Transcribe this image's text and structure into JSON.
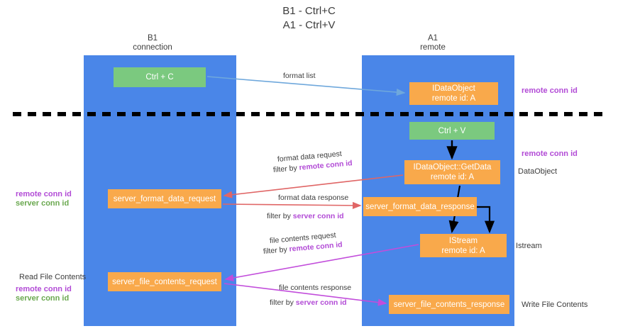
{
  "title": {
    "line1": "B1 - Ctrl+C",
    "line2": "A1 - Ctrl+V"
  },
  "columns": [
    {
      "name": "B1",
      "role": "connection"
    },
    {
      "name": "A1",
      "role": "remote"
    }
  ],
  "colors": {
    "lane": "#4a86e8",
    "node_orange": "#f9a94b",
    "node_green": "#7bc97f",
    "remote_conn_id": "#b24bd6",
    "server_conn_id": "#6aa84f",
    "arrow_format_list": "#6fa8dc",
    "arrow_format_data": "#e06666",
    "arrow_file_contents": "#c razor",
    "arrow_file": "#c24ddb",
    "arrow_black": "#000000",
    "divider": "#000000",
    "text": "#3c3c3c"
  },
  "nodes": {
    "ctrl_c": {
      "line1": "Ctrl + C"
    },
    "idataobject": {
      "line1": "IDataObject",
      "line2": "remote id: A"
    },
    "ctrl_v": {
      "line1": "Ctrl + V"
    },
    "getdata": {
      "line1": "IDataObject::GetData",
      "line2": "remote id: A"
    },
    "server_format_data_request": {
      "line1": "server_format_data_request"
    },
    "server_format_data_response": {
      "line1": "server_format_data_response"
    },
    "istream": {
      "line1": "IStream",
      "line2": "remote id: A"
    },
    "server_file_contents_request": {
      "line1": "server_file_contents_request"
    },
    "server_file_contents_response": {
      "line1": "server_file_contents_response"
    }
  },
  "side_labels": {
    "remote_conn_id_1": "remote conn id",
    "remote_conn_id_2": "remote conn id",
    "dataobject": "DataObject",
    "istream": "Istream",
    "write_file_contents": "Write File Contents",
    "read_file_contents": "Read File Contents",
    "left_remote_conn_id_1": "remote conn id",
    "left_server_conn_id_1": "server conn id",
    "left_remote_conn_id_2": "remote conn id",
    "left_server_conn_id_2": "server conn id"
  },
  "mid_labels": {
    "format_list": "format list",
    "format_data_request": "format data request",
    "format_data_request_filter_prefix": "filter by ",
    "format_data_request_filter_value": "remote conn id",
    "format_data_response": "format data response",
    "format_data_response_filter_prefix": "filter by ",
    "format_data_response_filter_value": "server conn id",
    "file_contents_request": "file contents request",
    "file_contents_request_filter_prefix": "filter by ",
    "file_contents_request_filter_value": "remote conn id",
    "file_contents_response": "file contents response",
    "file_contents_response_filter_prefix": "filter by ",
    "file_contents_response_filter_value": "server conn id"
  }
}
